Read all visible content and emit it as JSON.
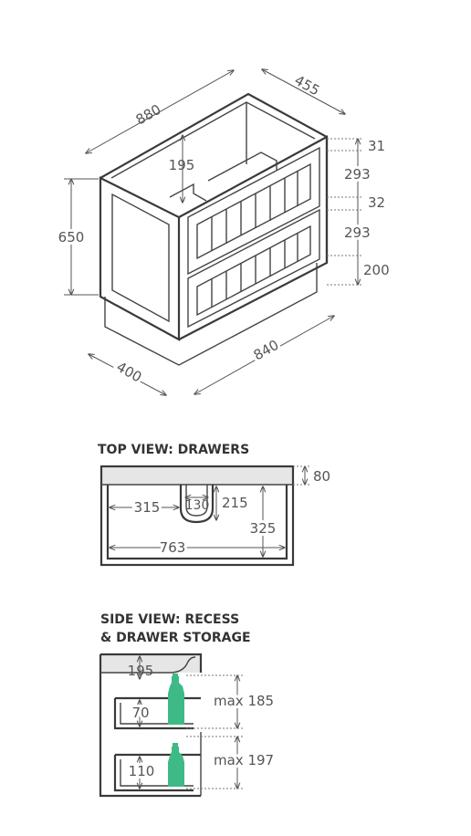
{
  "iso_view": {
    "width": "880",
    "depth": "455",
    "height": "650",
    "basin_depth": "195",
    "drawer_top_gap": "31",
    "drawer_upper_height": "293",
    "drawer_mid_gap": "32",
    "drawer_lower_height": "293",
    "plinth_height": "200",
    "base_depth": "400",
    "base_width": "840"
  },
  "top_view": {
    "title": "TOP VIEW: DRAWERS",
    "top_thickness": "80",
    "offset_to_cutout": "315",
    "cutout_width": "130",
    "cutout_depth": "215",
    "internal_depth": "325",
    "internal_width": "763"
  },
  "side_view": {
    "title_line1": "SIDE VIEW: RECESS",
    "title_line2": "& DRAWER STORAGE",
    "recess_depth": "195",
    "upper_drawer_side": "70",
    "upper_max": "max 185",
    "lower_drawer_side": "110",
    "lower_max": "max 197"
  },
  "colors": {
    "bottle": "#3dba86",
    "line": "#3a3a3a",
    "panel": "#e6e6e6"
  }
}
